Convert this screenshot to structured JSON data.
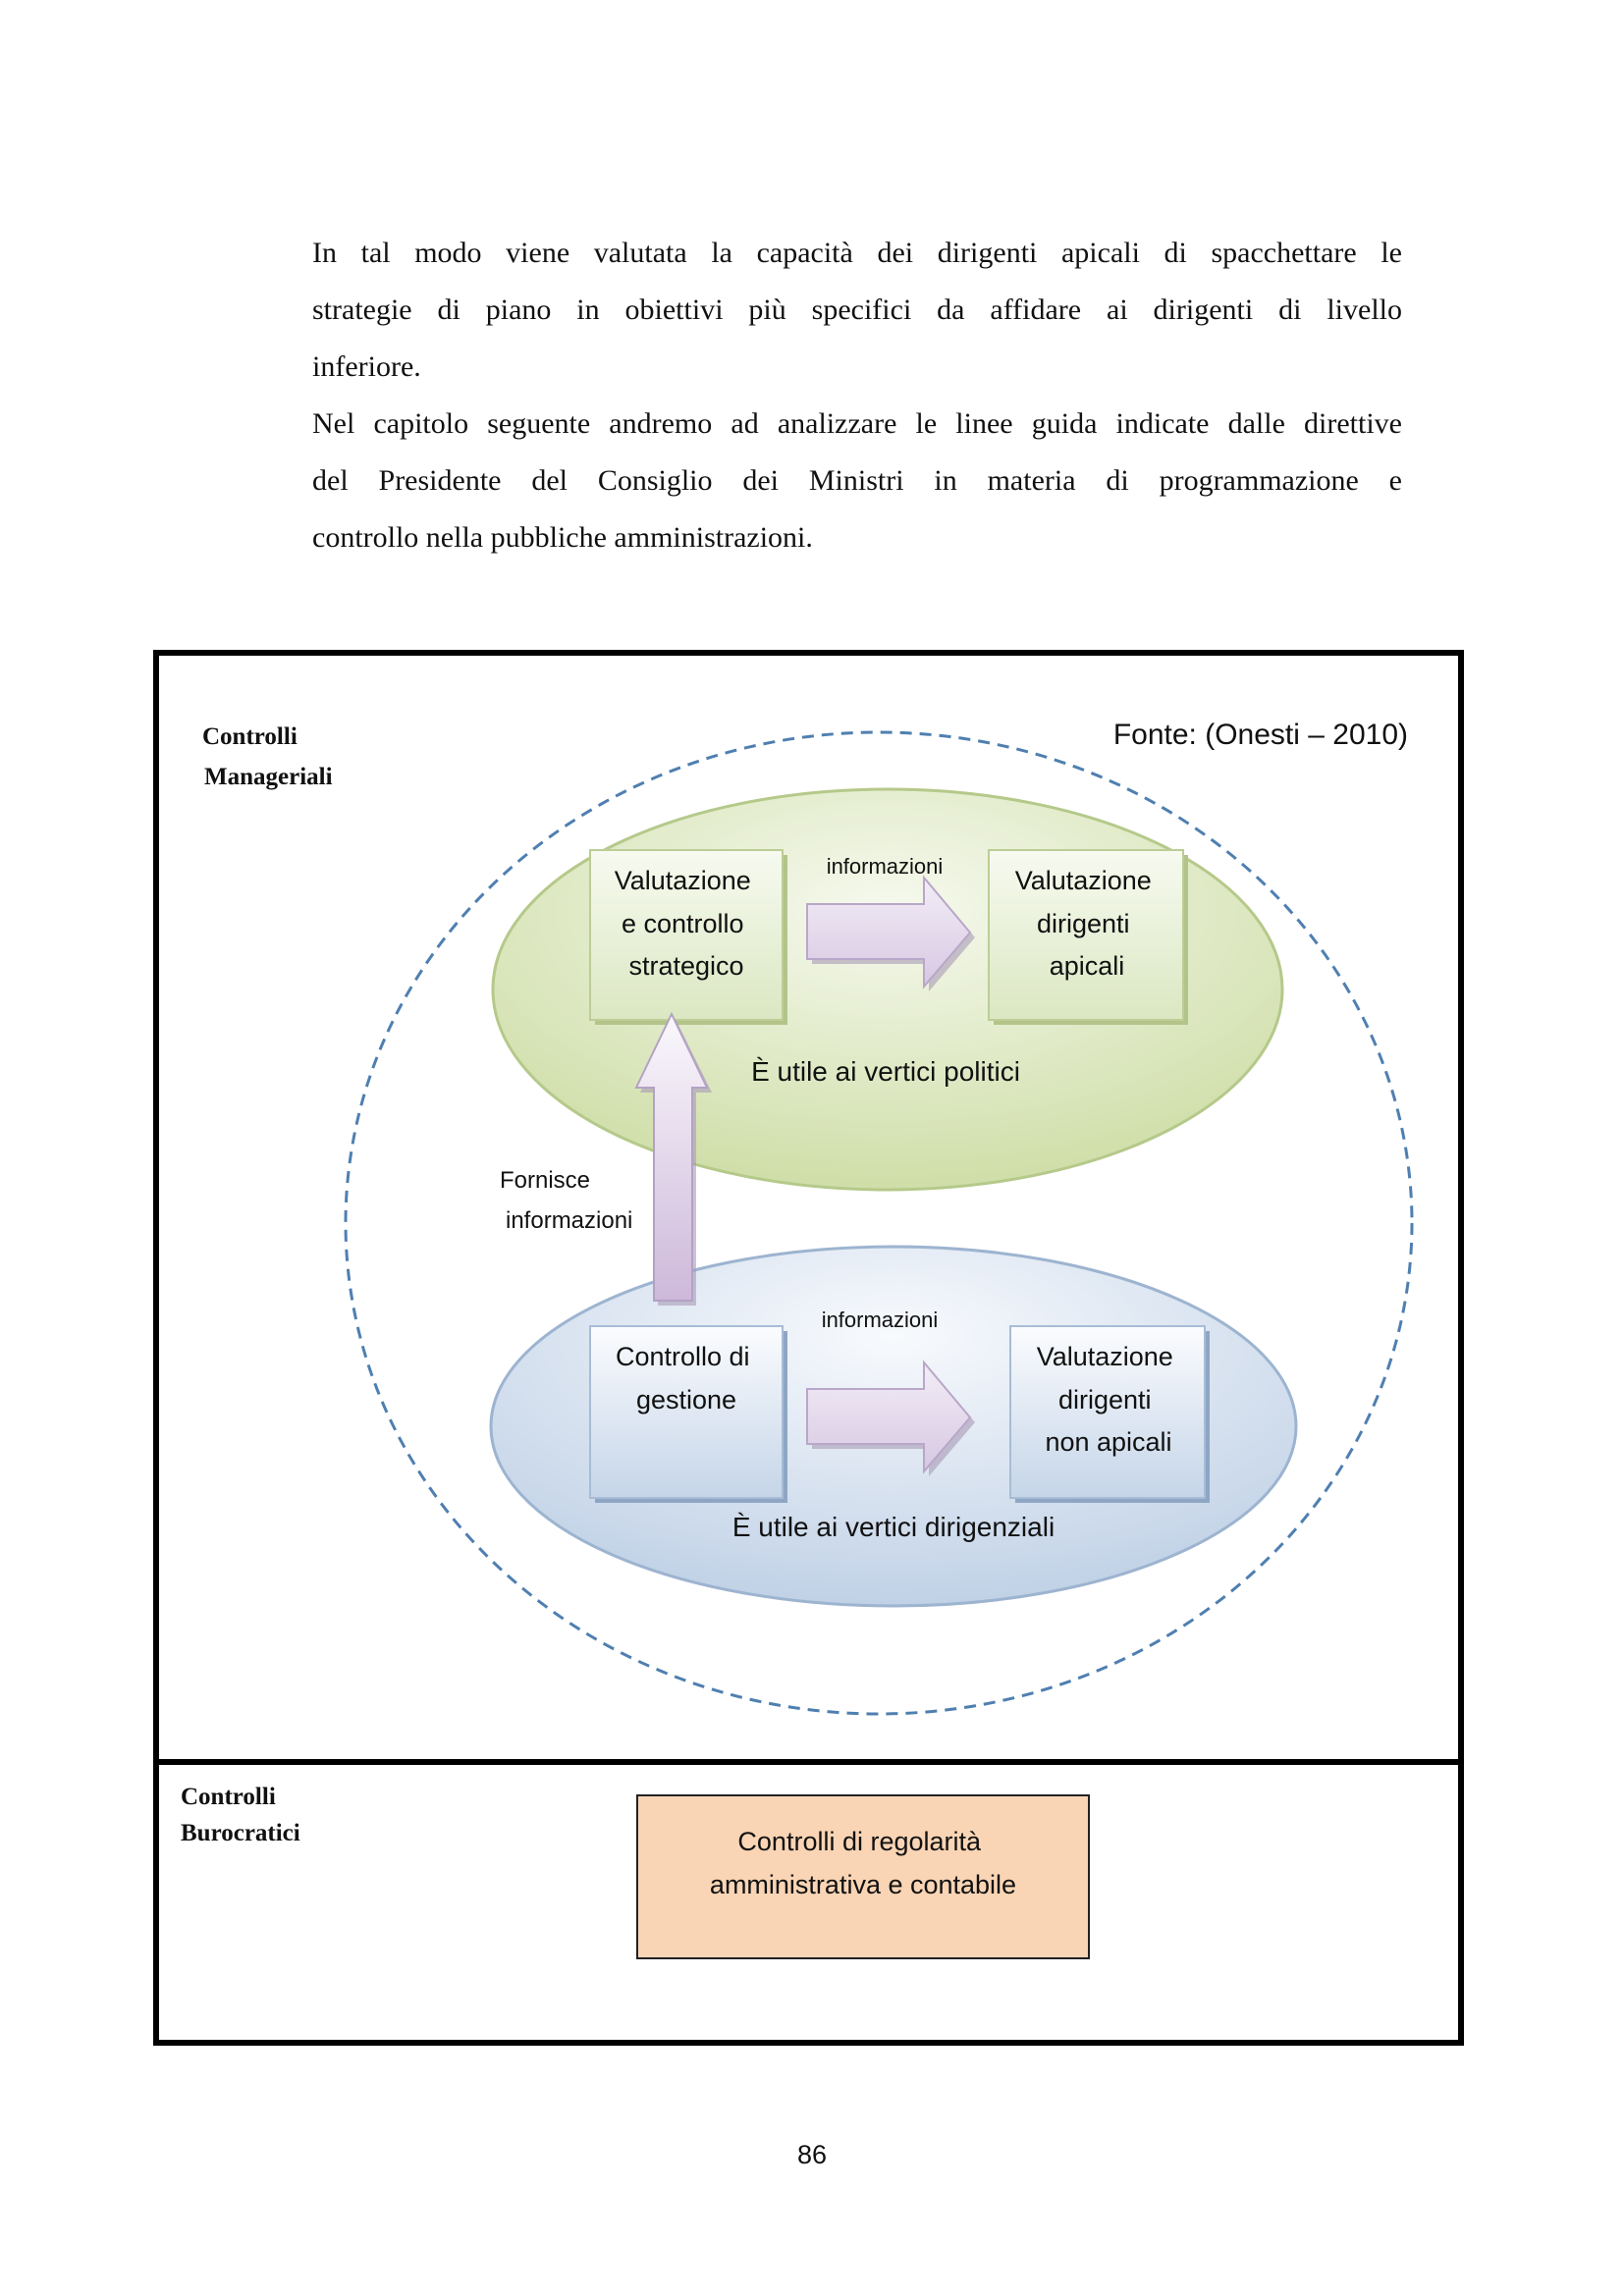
{
  "body_text": {
    "paragraph_1": {
      "line_1": "In tal modo viene valutata la capacità dei dirigenti apicali di spacchettare le",
      "line_2": "strategie di piano in obiettivi più specifici da affidare ai dirigenti di livello",
      "line_3": "inferiore."
    },
    "paragraph_2": {
      "line_1": "Nel capitolo seguente andremo ad analizzare le linee guida indicate dalle direttive",
      "line_2": "del Presidente del Consiglio dei Ministri in materia di programmazione e",
      "line_3": "controllo nella pubbliche amministrazioni."
    }
  },
  "diagram": {
    "source_note": "Fonte: (Onesti – 2010)",
    "section_managerial": {
      "label_line_1": "Controlli",
      "label_line_2": "Manageriali",
      "upper_group": {
        "caption": "È utile ai vertici politici",
        "left_box": [
          "Valutazione",
          "e controllo",
          "strategico"
        ],
        "arrow_label": "informazioni",
        "right_box": [
          "Valutazione",
          "dirigenti",
          "apicali"
        ]
      },
      "connector_label": [
        "Fornisce",
        "informazioni"
      ],
      "lower_group": {
        "caption": "È utile ai vertici dirigenziali",
        "left_box": [
          "Controllo di",
          "gestione"
        ],
        "arrow_label": "informazioni",
        "right_box": [
          "Valutazione",
          "dirigenti",
          "non apicali"
        ]
      }
    },
    "section_bureaucratic": {
      "label_line_1": "Controlli",
      "label_line_2": "Burocratici",
      "box": [
        "Controlli di regolarità",
        "amministrativa e contabile"
      ]
    },
    "colors": {
      "upper_ellipse": "#d4e3b0",
      "lower_ellipse": "#c9d8ea",
      "arrow_fill": "#ddd0e6",
      "dashed_circle": "#4f7fb0",
      "bureaucratic_box": "#f9d5b5"
    }
  },
  "page_number": "86"
}
